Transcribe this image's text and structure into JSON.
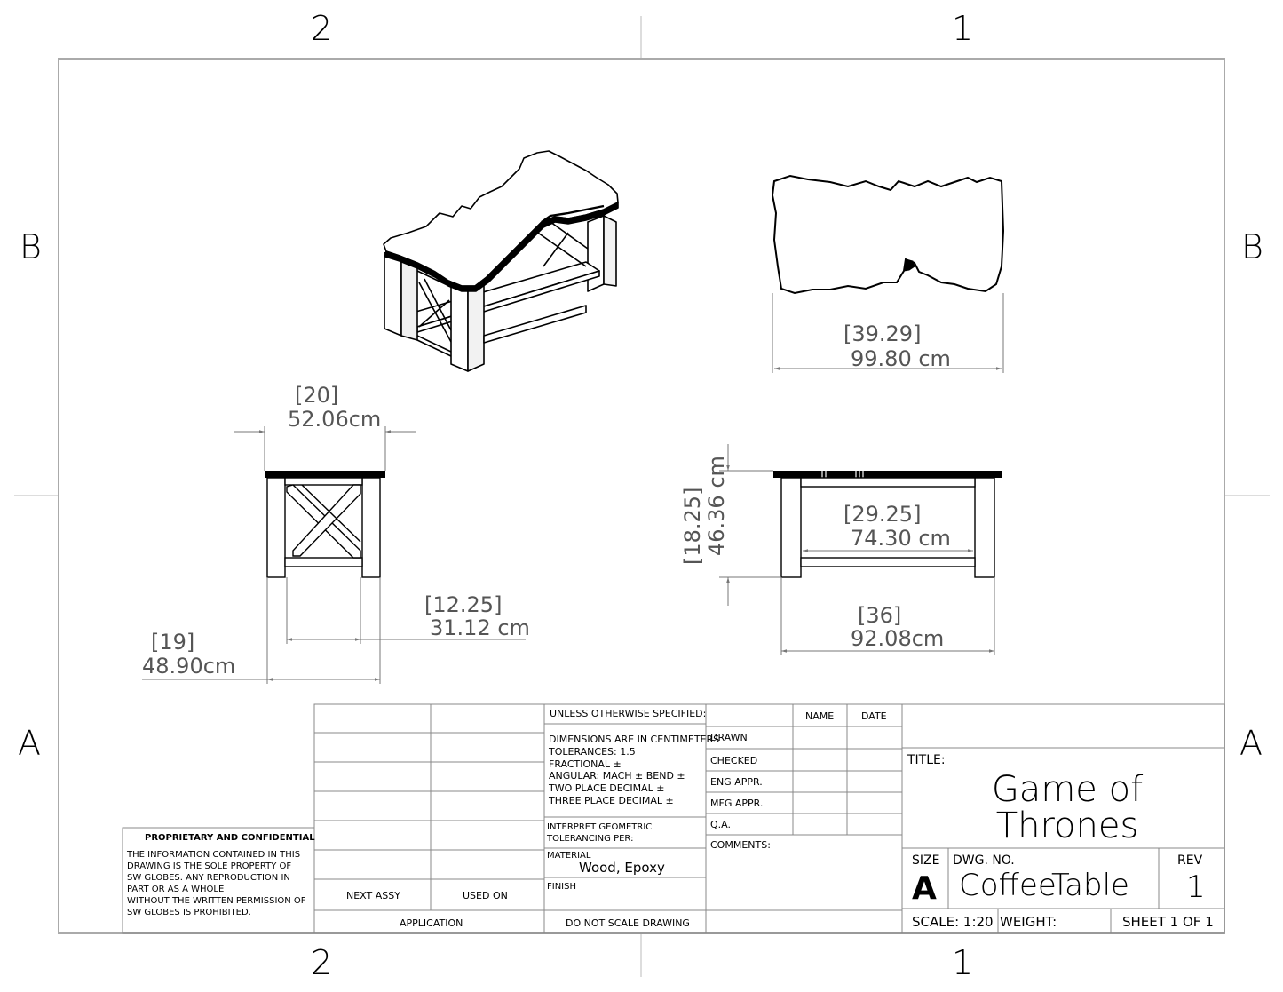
{
  "zones": {
    "top_left": "2",
    "top_right": "1",
    "bottom_left": "2",
    "bottom_right": "1",
    "left_upper": "B",
    "left_lower": "A",
    "right_upper": "B",
    "right_lower": "A"
  },
  "dimensions": {
    "top_width_in": "[39.29]",
    "top_width_cm": "99.80  cm",
    "side_top_in": "[20]",
    "side_top_cm": "52.06cm",
    "side_inner_in": "[12.25]",
    "side_inner_cm": "31.12  cm",
    "side_base_in": "[19]",
    "side_base_cm": "48.90cm",
    "height_in": "[18.25]",
    "height_cm": "46.36  cm",
    "front_inner_in": "[29.25]",
    "front_inner_cm": "74.30  cm",
    "front_base_in": "[36]",
    "front_base_cm": "92.08cm"
  },
  "title_block": {
    "proprietary_heading": "PROPRIETARY AND CONFIDENTIAL",
    "proprietary_lines": [
      "THE INFORMATION CONTAINED IN THIS",
      "DRAWING IS THE SOLE PROPERTY OF",
      "SW GLOBES.  ANY REPRODUCTION IN",
      "PART OR AS A WHOLE",
      "WITHOUT THE WRITTEN PERMISSION OF",
      "SW GLOBES IS PROHIBITED."
    ],
    "next_assy": "NEXT ASSY",
    "used_on": "USED ON",
    "application": "APPLICATION",
    "unless_specified": "UNLESS OTHERWISE SPECIFIED:",
    "spec_lines": [
      "DIMENSIONS ARE IN CENTIMETERS",
      "TOLERANCES: 1.5",
      "FRACTIONAL ±",
      "ANGULAR: MACH ±     BEND ±",
      "TWO PLACE DECIMAL    ±",
      "THREE PLACE DECIMAL   ±"
    ],
    "interpret_lines": [
      "INTERPRET GEOMETRIC",
      "TOLERANCING PER:"
    ],
    "material_label": "MATERIAL",
    "material_value": "Wood, Epoxy",
    "finish_label": "FINISH",
    "do_not_scale": "DO NOT SCALE DRAWING",
    "name_header": "NAME",
    "date_header": "DATE",
    "rows": [
      "DRAWN",
      "CHECKED",
      "ENG APPR.",
      "MFG APPR.",
      "Q.A."
    ],
    "comments": "COMMENTS:",
    "title_label": "TITLE:",
    "title_line1": "Game of",
    "title_line2": "Thrones",
    "size_label": "SIZE",
    "size_value": "A",
    "dwg_no_label": "DWG.  NO.",
    "dwg_no_value": "CoffeeTable",
    "rev_label": "REV",
    "rev_value": "1",
    "scale": "SCALE: 1:20",
    "weight": "WEIGHT:",
    "sheet": "SHEET 1 OF 1"
  }
}
